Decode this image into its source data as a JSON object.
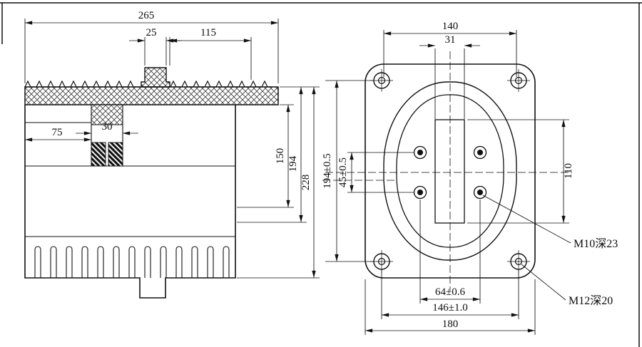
{
  "left_view": {
    "dims": {
      "d265": "265",
      "d25": "25",
      "d115": "115",
      "d75": "75",
      "d30": "30",
      "d150": "150",
      "d194": "194",
      "d228": "228"
    }
  },
  "right_view": {
    "dims": {
      "d140": "140",
      "d31": "31",
      "d194t": "194±0.5",
      "d45t": "45±0.5",
      "d110": "110",
      "d64t": "64±0.6",
      "d146t": "146±1.0",
      "d180": "180"
    },
    "labels": {
      "m10": "M10深23",
      "m12": "M12深20"
    }
  }
}
